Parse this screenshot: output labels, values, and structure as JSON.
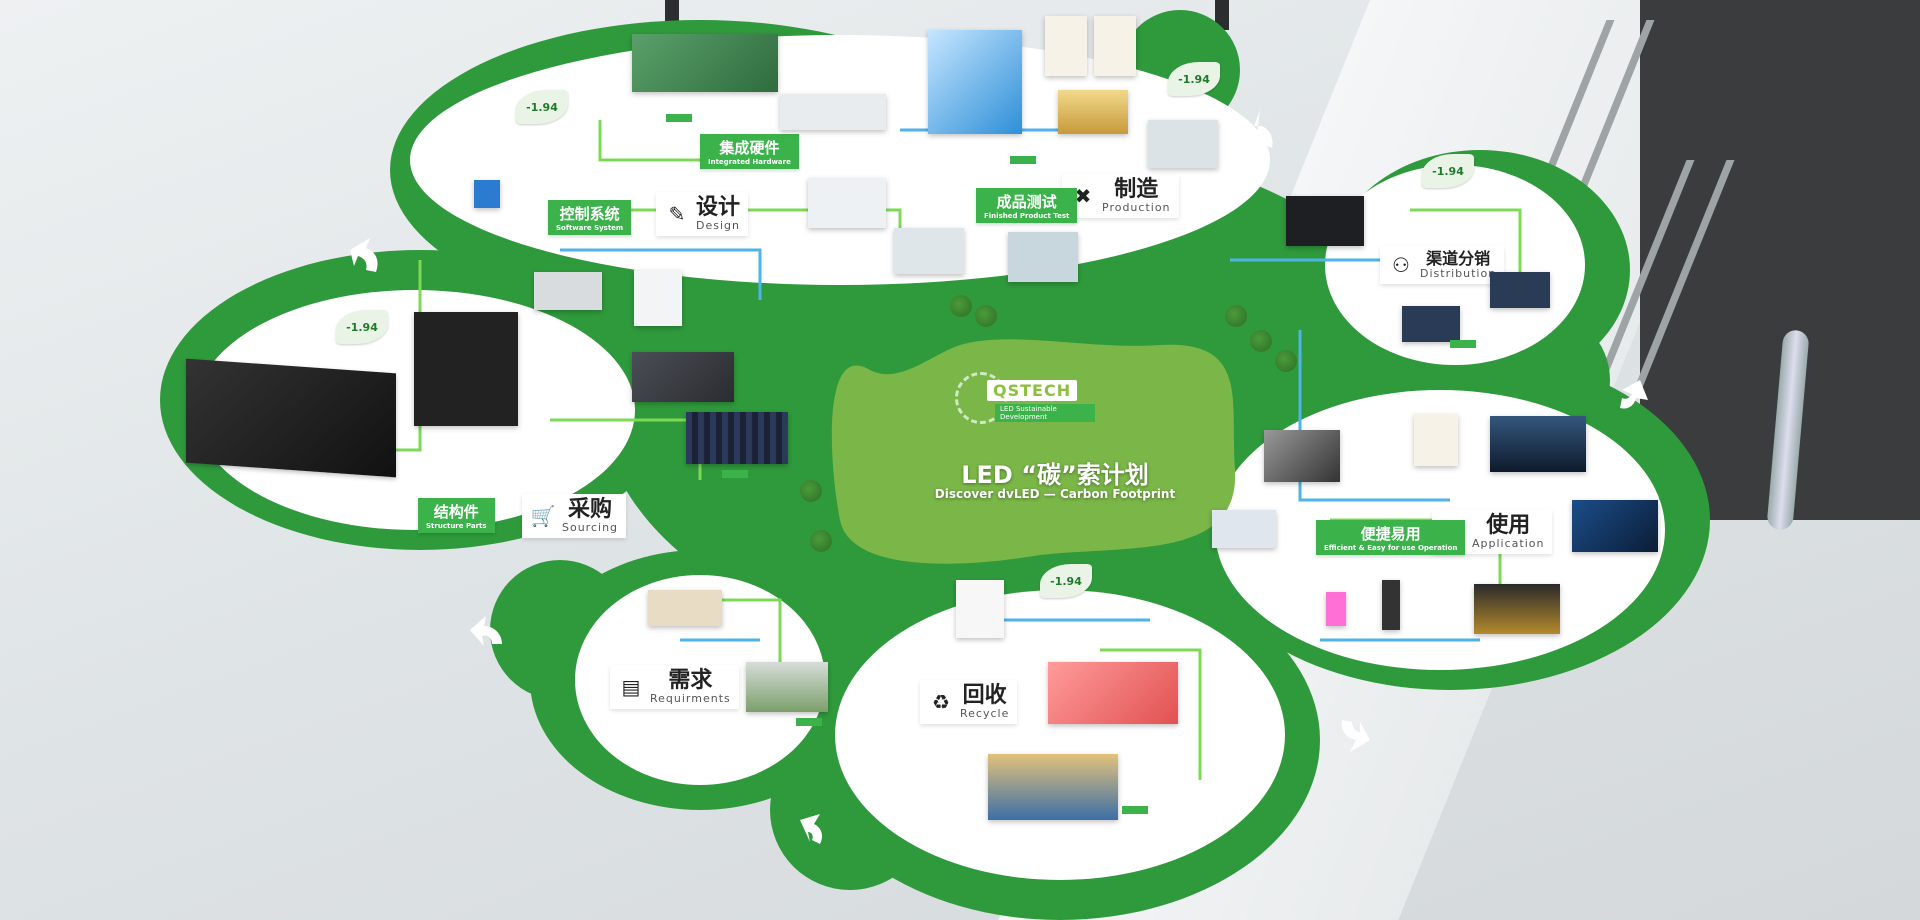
{
  "center": {
    "title": "LED “碳”索计划",
    "subtitle": "Discover dvLED — Carbon Footprint",
    "logo_name": "QSTECH",
    "logo_sub": "LED Sustainable Development"
  },
  "carbon_badge": "-1.94",
  "stages": {
    "design": {
      "zh": "设计",
      "en": "Design"
    },
    "production": {
      "zh": "制造",
      "en": "Production"
    },
    "distribution": {
      "zh": "渠道分销",
      "en": "Distribution"
    },
    "application": {
      "zh": "使用",
      "en": "Application"
    },
    "recycle": {
      "zh": "回收",
      "en": "Recycle"
    },
    "requirements": {
      "zh": "需求",
      "en": "Requirments"
    },
    "sourcing": {
      "zh": "采购",
      "en": "Sourcing"
    }
  },
  "green_labels": {
    "integrated_hardware": {
      "zh": "集成硬件",
      "en": "Integrated Hardware"
    },
    "software_system": {
      "zh": "控制系统",
      "en": "Software System"
    },
    "finished_product_test": {
      "zh": "成品测试",
      "en": "Finished Product Test"
    },
    "structure_parts": {
      "zh": "结构件",
      "en": "Structure Parts"
    },
    "easy_operation": {
      "zh": "便捷易用",
      "en": "Efficient & Easy for use Operation"
    }
  },
  "icons": {
    "design": "pencil-icon",
    "production": "tools-icon",
    "distribution": "network-icon",
    "application": "touch-icon",
    "recycle": "recycle-icon",
    "requirements": "document-icon",
    "sourcing": "cart-icon"
  },
  "colors": {
    "green": "#3bb34a",
    "dark_green": "#2f9a3c",
    "line_green": "#7ed957",
    "line_blue": "#4fb3e8",
    "grass": "#7ab648"
  }
}
